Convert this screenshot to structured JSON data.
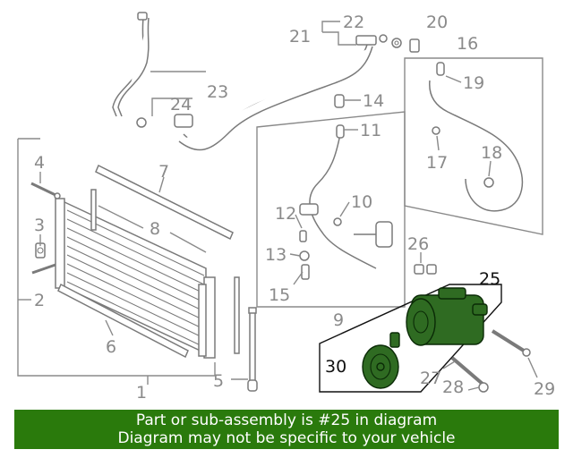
{
  "callouts": {
    "c1": "1",
    "c2": "2",
    "c3": "3",
    "c4": "4",
    "c5": "5",
    "c6": "6",
    "c7": "7",
    "c8": "8",
    "c9": "9",
    "c10": "10",
    "c11": "11",
    "c12": "12",
    "c13": "13",
    "c14": "14",
    "c15": "15",
    "c16": "16",
    "c17": "17",
    "c18": "18",
    "c19": "19",
    "c20": "20",
    "c21": "21",
    "c22": "22",
    "c23": "23",
    "c24": "24",
    "c25": "25",
    "c26": "26",
    "c27": "27",
    "c28": "28",
    "c29": "29",
    "c30": "30"
  },
  "highlight_color": "#2f6b22",
  "banner": {
    "line1": "Part or sub-assembly is #25 in diagram",
    "line2": "Diagram may not be specific to your vehicle",
    "background": "#2a7a0c"
  }
}
